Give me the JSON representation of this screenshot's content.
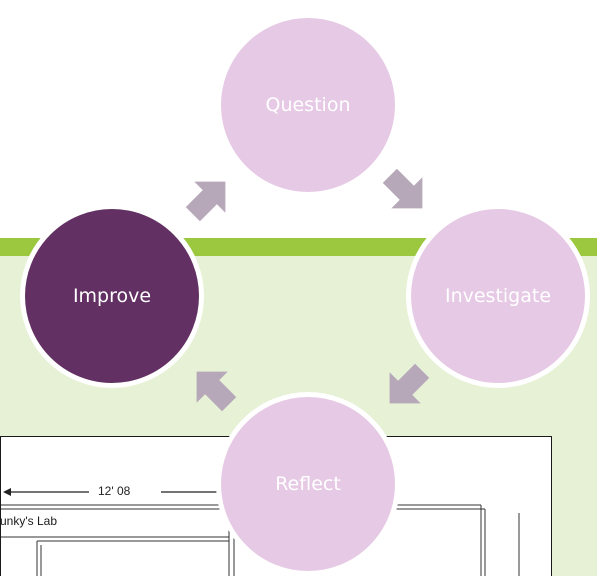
{
  "cycle": {
    "nodes": [
      {
        "label": "Question",
        "active": false
      },
      {
        "label": "Investigate",
        "active": false
      },
      {
        "label": "Reflect",
        "active": false
      },
      {
        "label": "Improve",
        "active": true
      }
    ]
  },
  "floor_plan": {
    "dimension_label": "12' 08",
    "room_label": "unky's Lab"
  },
  "colors": {
    "node_fill": "#e6c9e5",
    "node_active_fill": "#623063",
    "arrow_fill": "#b7a8b9",
    "banner_green": "#9bc83f",
    "panel_green": "#e6f1d6"
  }
}
